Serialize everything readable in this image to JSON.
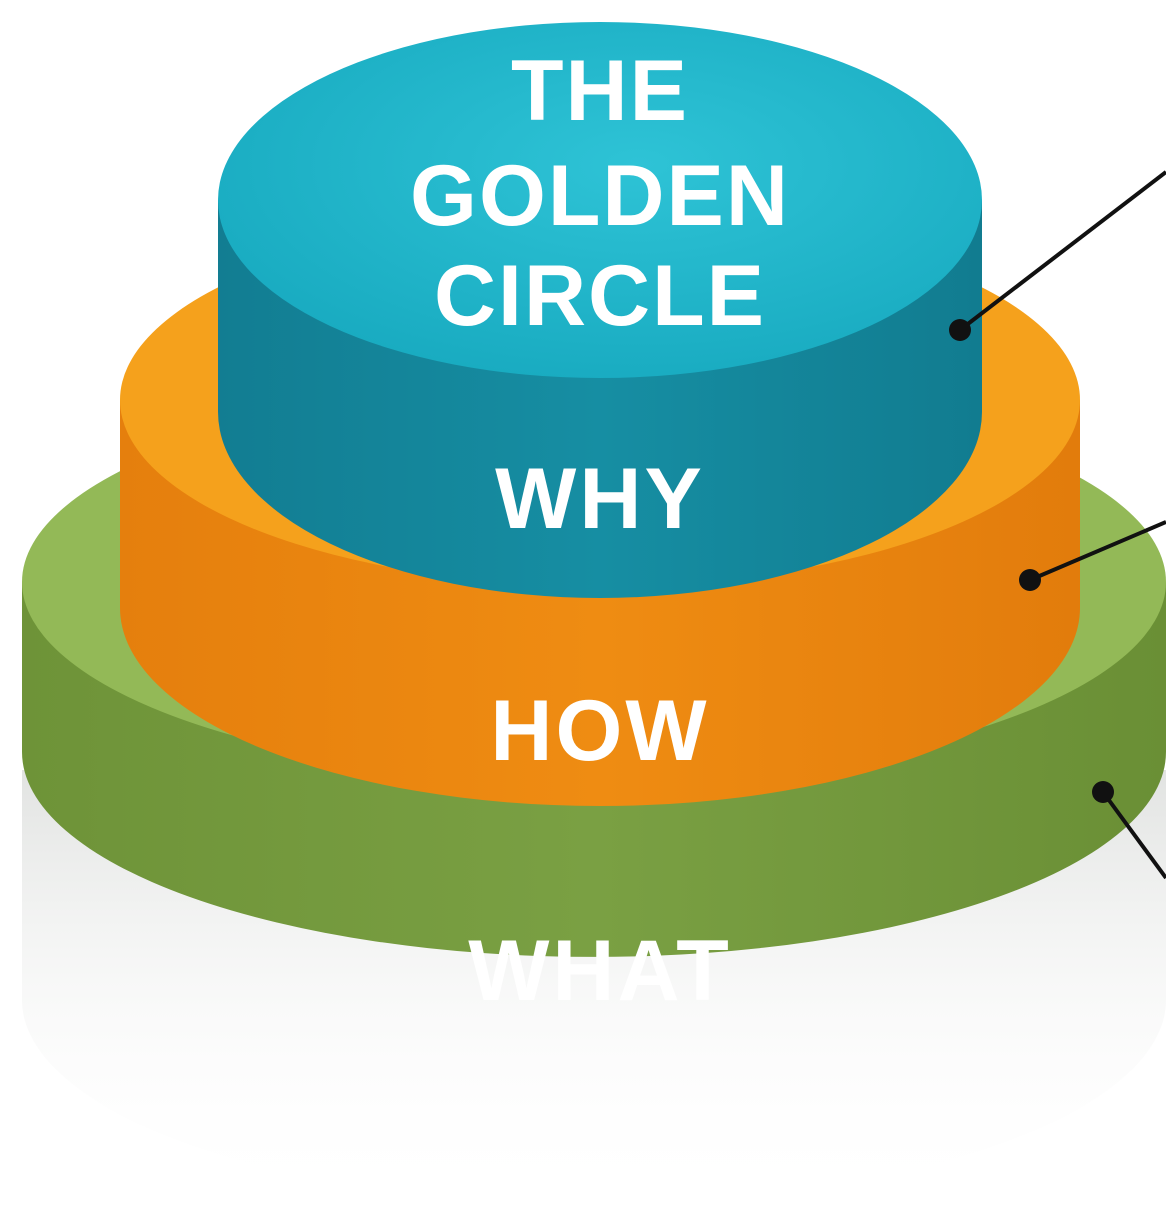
{
  "title": {
    "line1": "THE",
    "line2": "GOLDEN",
    "line3": "CIRCLE"
  },
  "layers": {
    "why": {
      "label": "WHY",
      "top_color": "#1bb4c9",
      "side_color": "#138a9f"
    },
    "how": {
      "label": "HOW",
      "top_color": "#f5a11c",
      "side_color": "#ec870f"
    },
    "what": {
      "label": "WHAT",
      "top_color": "#93b957",
      "side_color": "#769c3e"
    }
  },
  "pointer_color": "#111111"
}
